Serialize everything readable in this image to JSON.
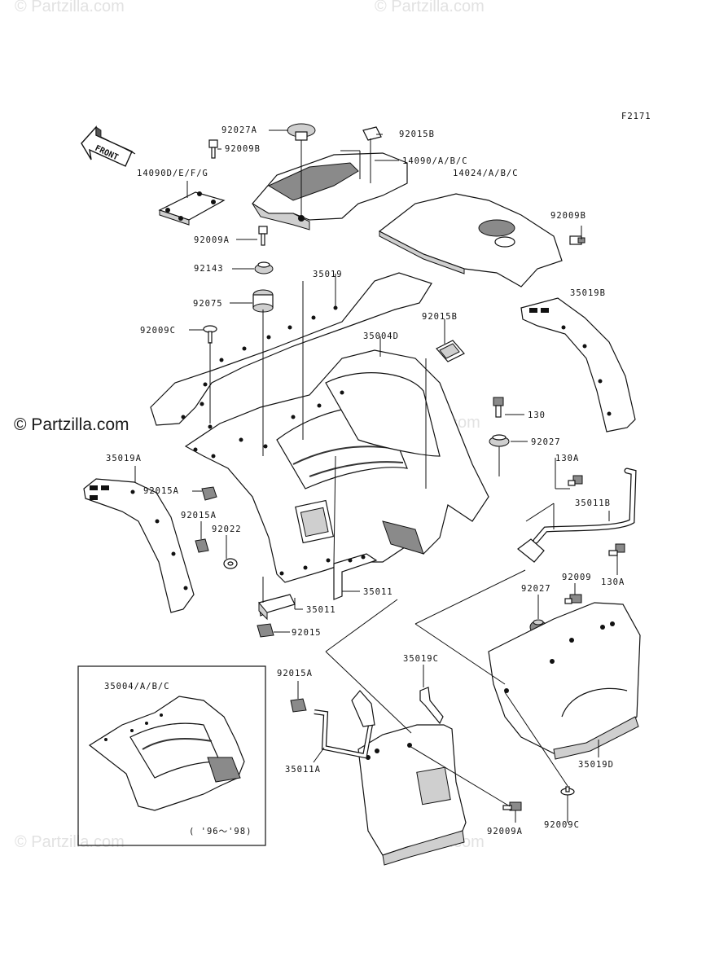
{
  "diagram_id": "F2171",
  "brand_text": "© Partzilla.com",
  "watermark_text": "© Partzilla.com",
  "front_label": "FRONT",
  "inset_caption": "( '96～'98)",
  "labels": {
    "p92027A": "92027A",
    "p92015B_top": "92015B",
    "p92009B_top": "92009B",
    "p14090D": "14090D/E/F/G",
    "p14090A": "14090/A/B/C",
    "p14024": "14024/A/B/C",
    "p92009B_right": "92009B",
    "p92009A_left": "92009A",
    "p92143": "92143",
    "p35019": "35019",
    "p92075": "92075",
    "p35019B": "35019B",
    "p92009C_left": "92009C",
    "p35004D": "35004D",
    "p92015B_mid": "92015B",
    "p130": "130",
    "p92027_mid": "92027",
    "p35019A": "35019A",
    "p92015A_a": "92015A",
    "p92015A_b": "92015A",
    "p92022": "92022",
    "p130A_top": "130A",
    "p35011B": "35011B",
    "p35011_a": "35011",
    "p35011_b": "35011",
    "p92015": "92015",
    "p92027_low": "92027",
    "p92009": "92009",
    "p130A_right": "130A",
    "p35004ABC": "35004/A/B/C",
    "p92015A_c": "92015A",
    "p35019C": "35019C",
    "p35011A": "35011A",
    "p35019D": "35019D",
    "p92009A_bottom": "92009A",
    "p92009C_bottom": "92009C"
  }
}
